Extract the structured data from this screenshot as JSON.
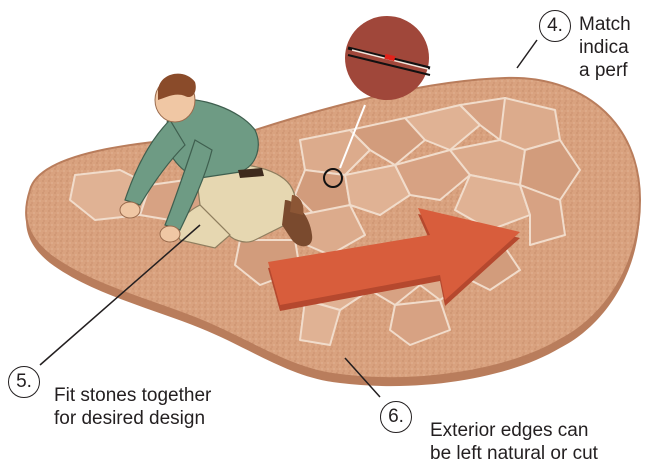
{
  "steps": [
    {
      "number": "4.",
      "lines": [
        "Match",
        "indica",
        "a perf"
      ]
    },
    {
      "number": "5.",
      "lines": [
        "Fit stones together",
        "for desired design"
      ]
    },
    {
      "number": "6.",
      "lines": [
        "Exterior edges can",
        "be left natural or cut"
      ]
    }
  ],
  "colors": {
    "slab_base": "#d9a27f",
    "slab_edge": "#b97d5c",
    "stone_light": "#e3b79a",
    "stone_dark": "#c98b69",
    "arrow": "#d85d3c",
    "inset_circle": "#a0473a",
    "shirt": "#6e9b84",
    "pants": "#e6d7b1",
    "hair": "#8a4b2a",
    "leader_line": "#231f20"
  }
}
